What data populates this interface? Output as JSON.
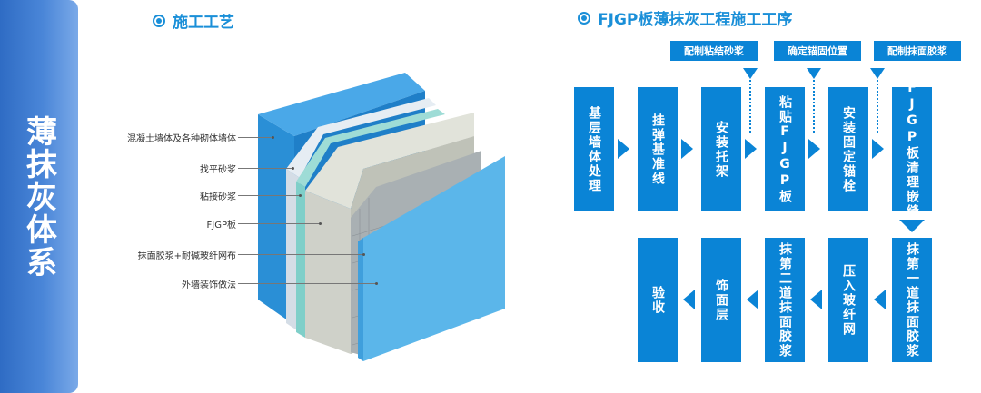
{
  "sidebar": {
    "title": "薄抹灰体系"
  },
  "construction": {
    "heading": "施工工艺",
    "layers": [
      "混凝土墙体及各种砌体墙体",
      "找平砂浆",
      "粘接砂浆",
      "FJGP板",
      "抹面胶浆+耐碱玻纤网布",
      "外墙装饰做法"
    ]
  },
  "process": {
    "heading": "FJGP板薄抹灰工程施工工序",
    "tags": [
      "配制粘结砂浆",
      "确定锚固位置",
      "配制抹面胶浆"
    ],
    "row1": [
      "基层墙体处理",
      "挂弹基准线",
      "安装托架",
      "粘贴FJGP板",
      "安装固定锚栓",
      "FJGP板清理嵌缝"
    ],
    "row2": [
      "验收",
      "饰面层",
      "抹第二道抹面胶浆",
      "压入玻纤网",
      "抹第一道抹面胶浆"
    ]
  },
  "colors": {
    "accent": "#0a84d6",
    "heading": "#1a8fd8",
    "wall_blue": "#2a8fd6",
    "finish_blue": "#5bb6ea"
  }
}
